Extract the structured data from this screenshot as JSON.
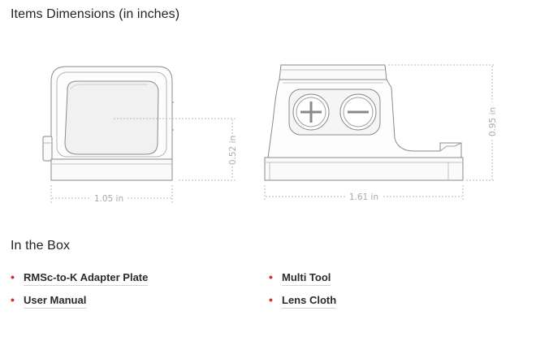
{
  "dimensions": {
    "title": "Items Dimensions (in inches)",
    "front_width": "1.05 in",
    "front_height": "0.52 in",
    "side_length": "1.61 in",
    "side_height": "0.95 in"
  },
  "in_the_box": {
    "title": "In the Box",
    "left_items": [
      {
        "label": "RMSc-to-K Adapter Plate"
      },
      {
        "label": "User Manual"
      }
    ],
    "right_items": [
      {
        "label": "Multi Tool"
      },
      {
        "label": "Lens Cloth"
      }
    ]
  },
  "colors": {
    "bullet": "#d0312d",
    "line_art": "#8a8a8a",
    "dimension_text": "#a9a9a9"
  }
}
